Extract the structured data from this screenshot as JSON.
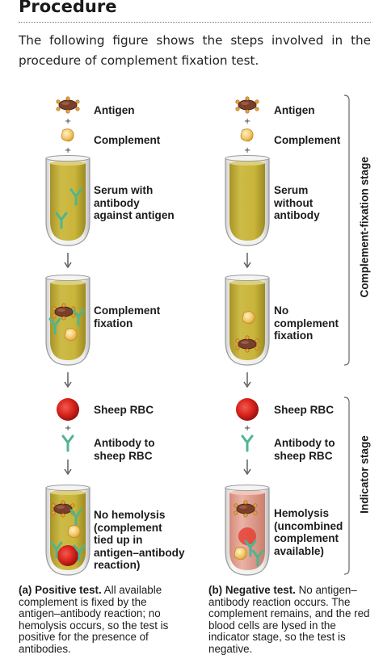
{
  "heading": "Procedure",
  "intro": "The following figure shows the steps involved in the procedure of complement fixation test.",
  "stages": {
    "complement_fixation": "Complement-fixation stage",
    "indicator": "Indicator stage"
  },
  "positive": {
    "antigen": "Antigen",
    "complement": "Complement",
    "serum": [
      "Serum with",
      "antibody",
      "against antigen"
    ],
    "fixation": [
      "Complement",
      "fixation"
    ],
    "sheep_rbc": "Sheep RBC",
    "antibody_rbc": [
      "Antibody to",
      "sheep RBC"
    ],
    "result": [
      "No hemolysis",
      "(complement",
      "tied up in",
      "antigen–antibody",
      "reaction)"
    ],
    "caption_title": "(a) Positive test.",
    "caption_text": " All available complement is fixed by the antigen–antibody reaction; no hemolysis occurs, so the test is positive for the presence of antibodies."
  },
  "negative": {
    "antigen": "Antigen",
    "complement": "Complement",
    "serum": [
      "Serum",
      "without",
      "antibody"
    ],
    "fixation": [
      "No",
      "complement",
      "fixation"
    ],
    "sheep_rbc": "Sheep RBC",
    "antibody_rbc": [
      "Antibody to",
      "sheep RBC"
    ],
    "result": [
      "Hemolysis",
      "(uncombined",
      "complement",
      "available)"
    ],
    "caption_title": "(b) Negative test.",
    "caption_text": " No antigen–antibody reaction occurs. The complement remains, and the red blood cells are lysed in the indicator stage, so the test is negative."
  },
  "colors": {
    "serum": "#c9b53a",
    "serum_light": "#ddd07a",
    "hemolysis": "#e4a08f",
    "rbc": "#d8231c",
    "antibody": "#4fb58f",
    "antigen": "#7a3f2a",
    "complement": "#f0c060"
  }
}
